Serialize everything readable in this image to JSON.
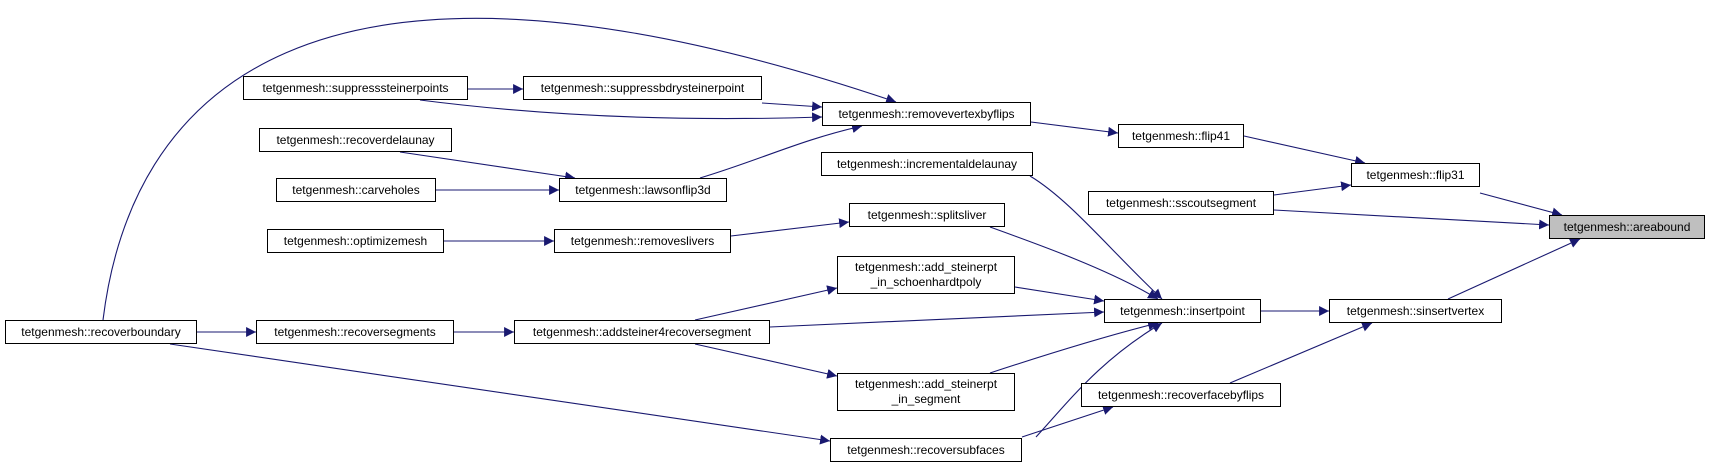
{
  "colors": {
    "edge": "#191970",
    "root_fill": "#bfbfbf",
    "node_fill": "#ffffff",
    "border": "#000000"
  },
  "nodes": {
    "areabound": "tetgenmesh::areabound",
    "flip31": "tetgenmesh::flip31",
    "sscoutsegment": "tetgenmesh::sscoutsegment",
    "sinsertvertex": "tetgenmesh::sinsertvertex",
    "flip41": "tetgenmesh::flip41",
    "removevertexbyflips": "tetgenmesh::removevertexbyflips",
    "suppressbdrysteinerpoint": "tetgenmesh::suppressbdrysteinerpoint",
    "suppresssteinerpoints": "tetgenmesh::suppresssteinerpoints",
    "lawsonflip3d": "tetgenmesh::lawsonflip3d",
    "recoverdelaunay": "tetgenmesh::recoverdelaunay",
    "carveholes": "tetgenmesh::carveholes",
    "recoverboundary": "tetgenmesh::recoverboundary",
    "insertpoint": "tetgenmesh::insertpoint",
    "incrementaldelaunay": "tetgenmesh::incrementaldelaunay",
    "splitsliver": "tetgenmesh::splitsliver",
    "removeslivers": "tetgenmesh::removeslivers",
    "optimizemesh": "tetgenmesh::optimizemesh",
    "add_steinerpt_in_schoenhardtpoly": "tetgenmesh::add_steinerpt\n_in_schoenhardtpoly",
    "addsteiner4recoversegment": "tetgenmesh::addsteiner4recoversegment",
    "recoversegments": "tetgenmesh::recoversegments",
    "add_steinerpt_in_segment": "tetgenmesh::add_steinerpt\n_in_segment",
    "recoversubfaces": "tetgenmesh::recoversubfaces",
    "recoverfacebyflips": "tetgenmesh::recoverfacebyflips"
  }
}
